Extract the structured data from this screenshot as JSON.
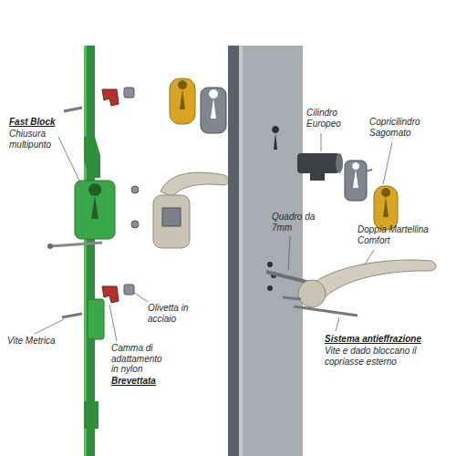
{
  "diagram": {
    "labels": [
      "Fast Block",
      "Chiusura multipunto",
      "Vite Metrica",
      "Camma di adattamento in nylon",
      "Brevettata",
      "Olivetta in acciaio",
      "Cilindro Europeo",
      "Copricilindro Sagomato",
      "Quadro da 7mm",
      "Doppia Martellina Comfort",
      "Sistema antieffrazione",
      "Vite e dado bloccano il copriasse esterno"
    ]
  }
}
